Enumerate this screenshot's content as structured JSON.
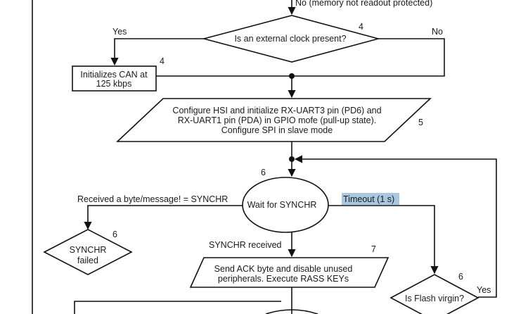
{
  "top_label": "No (memory not readout protected)",
  "clock_check": {
    "text": "Is an external clock present?",
    "step": "4",
    "yes": "Yes",
    "no": "No"
  },
  "init_can": {
    "lines": [
      "Initializes CAN at",
      "125 kbps"
    ],
    "step": "4"
  },
  "configure": {
    "lines": [
      "Configure HSI and initialize RX-UART3 pin (PD6) and",
      "RX-UART1 pin (PDA) in GPIO mofe (pull-up state).",
      "Configure SPI in slave mode"
    ],
    "step": "5"
  },
  "wait_synchr": {
    "text": "Wait for SYNCHR",
    "step": "6"
  },
  "received_other": "Received a byte/message! = SYNCHR",
  "timeout": "Timeout (1 s)",
  "synchr_failed": {
    "lines": [
      "SYNCHR",
      "failed"
    ],
    "step": "6"
  },
  "synchr_received": "SYNCHR received",
  "send_ack": {
    "lines": [
      "Send ACK byte and disable unused",
      "peripherals. Execute RASS KEYs"
    ],
    "step": "7"
  },
  "flash_virgin": {
    "text": "Is Flash virgin?",
    "step": "6",
    "yes": "Yes"
  },
  "colors": {
    "line": "#111111",
    "highlight": "#a9c8df"
  }
}
